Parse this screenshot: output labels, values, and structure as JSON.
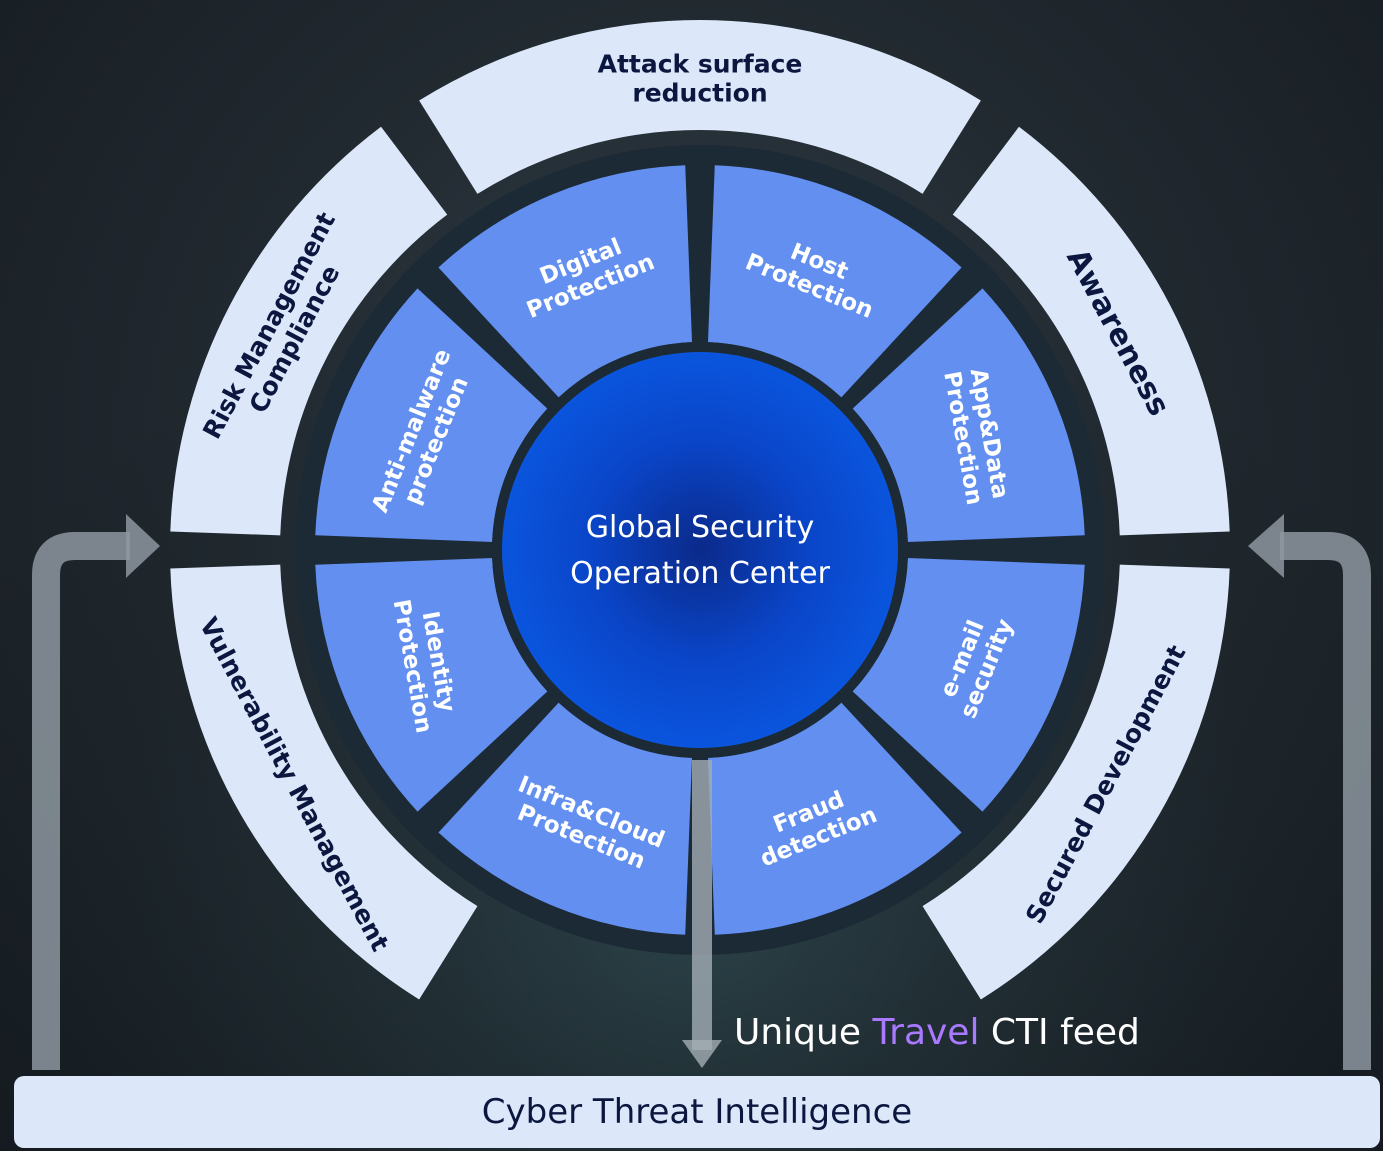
{
  "center": {
    "line1": "Global Security",
    "line2": "Operation Center"
  },
  "inner_ring": [
    {
      "id": "digital",
      "lines": [
        "Digital",
        "Protection"
      ]
    },
    {
      "id": "host",
      "lines": [
        "Host",
        "Protection"
      ]
    },
    {
      "id": "appdata",
      "lines": [
        "App&Data",
        "Protection"
      ]
    },
    {
      "id": "email",
      "lines": [
        "e-mail",
        "security"
      ]
    },
    {
      "id": "fraud",
      "lines": [
        "Fraud",
        "detection"
      ]
    },
    {
      "id": "infra",
      "lines": [
        "Infra&Cloud",
        "Protection"
      ]
    },
    {
      "id": "identity",
      "lines": [
        "Identity",
        "Protection"
      ]
    },
    {
      "id": "antimalware",
      "lines": [
        "Anti-malware",
        "protection"
      ]
    }
  ],
  "outer_ring": [
    {
      "id": "attack",
      "lines": [
        "Attack surface",
        "reduction"
      ]
    },
    {
      "id": "awareness",
      "lines": [
        "Awareness"
      ]
    },
    {
      "id": "secured",
      "lines": [
        "Secured Development"
      ]
    },
    {
      "id": "vulnerability",
      "lines": [
        "Vulnerability Management"
      ]
    },
    {
      "id": "risk",
      "lines": [
        "Risk Management",
        "Compliance"
      ]
    }
  ],
  "feed": {
    "prefix": "Unique ",
    "highlight": "Travel",
    "suffix": " CTI feed"
  },
  "footer": {
    "label": "Cyber Threat Intelligence"
  },
  "colors": {
    "outer_fill": "#dce8fa",
    "inner_fill": "#628ff0",
    "center_fill": "#0a4fd2",
    "ring_background": "#1c2a36",
    "highlight": "#a979ff",
    "dark_text": "#0c1740",
    "arrow": "#9aa4ad"
  }
}
